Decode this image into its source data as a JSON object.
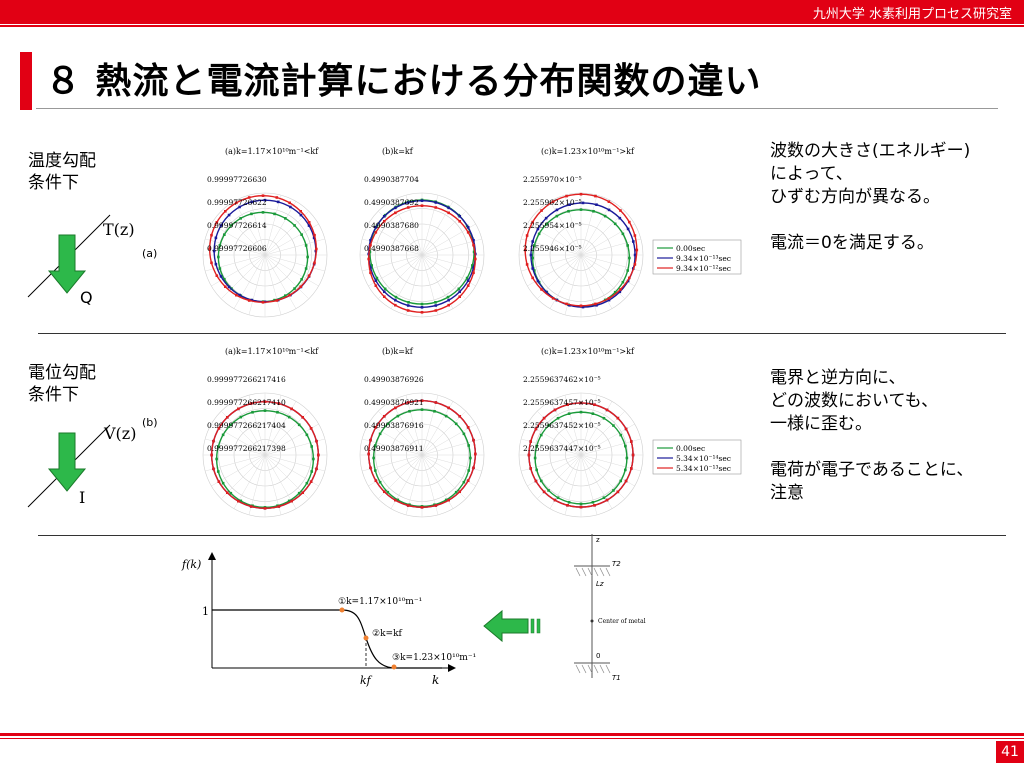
{
  "header": {
    "org": "九州大学  水素利用プロセス研究室",
    "title": "８  熱流と電流計算における分布関数の違い",
    "page_number": "41"
  },
  "row_a": {
    "condition": "温度勾配\n条件下",
    "gradient_label": "T(z)",
    "panel_tag": "(a)",
    "flux_label": "Q",
    "description": "波数の大きさ(エネルギー)\nによって、\nひずむ方向が異なる。\n\n電流＝0を満足する。",
    "plots": [
      {
        "title": "(a)k=1.17×10¹⁰m⁻¹<kf",
        "ticks": [
          "0.99997726630",
          "0.99997726622",
          "0.99997726614",
          "0.99997726606"
        ]
      },
      {
        "title": "(b)k=kf",
        "ticks": [
          "0.4990387704",
          "0.4990387692",
          "0.4990387680",
          "0.4990387668"
        ]
      },
      {
        "title": "(c)k=1.23×10¹⁰m⁻¹>kf",
        "ticks": [
          "2.255970×10⁻⁵",
          "2.255962×10⁻⁵",
          "2.255954×10⁻⁵",
          "2.255946×10⁻⁵"
        ]
      }
    ],
    "legend": [
      "0.00sec",
      "9.34×10⁻¹³sec",
      "9.34×10⁻¹²sec"
    ]
  },
  "row_b": {
    "condition": "電位勾配\n条件下",
    "gradient_label": "V(z)",
    "panel_tag": "(b)",
    "flux_label": "I",
    "description": "電界と逆方向に、\nどの波数においても、\n一様に歪む。\n\n電荷が電子であることに、\n注意",
    "plots": [
      {
        "title": "(a)k=1.17×10¹⁰m⁻¹<kf",
        "ticks": [
          "0.999977266217416",
          "0.999977266217410",
          "0.999977266217404",
          "0.999977266217398"
        ]
      },
      {
        "title": "(b)k=kf",
        "ticks": [
          "0.49903876926",
          "0.49903876921",
          "0.49903876916",
          "0.49903876911"
        ]
      },
      {
        "title": "(c)k=1.23×10¹⁰m⁻¹>kf",
        "ticks": [
          "2.2559637462×10⁻⁵",
          "2.2559637457×10⁻⁵",
          "2.2559637452×10⁻⁵",
          "2.2559637447×10⁻⁵"
        ]
      }
    ],
    "legend": [
      "0.00sec",
      "5.34×10⁻¹⁴sec",
      "5.34×10⁻¹³sec"
    ]
  },
  "fermi_chart": {
    "ylabel": "f(k)",
    "xlabel": "k",
    "ytick": "1",
    "xtick": "kf",
    "points": [
      "①k=1.17×10¹⁰m⁻¹",
      "②k=kf",
      "③k=1.23×10¹⁰m⁻¹"
    ]
  },
  "metal_diagram": {
    "z_label": "z",
    "t2_label": "T2",
    "lz_label": "Lz",
    "center_label": "Center of metal",
    "zero_label": "0",
    "t1_label": "T1"
  },
  "colors": {
    "accent": "#e10014",
    "series_green": "#1a9a3a",
    "series_blue": "#1a1a9a",
    "series_red": "#e02020",
    "arrow_green": "#2db84a"
  }
}
